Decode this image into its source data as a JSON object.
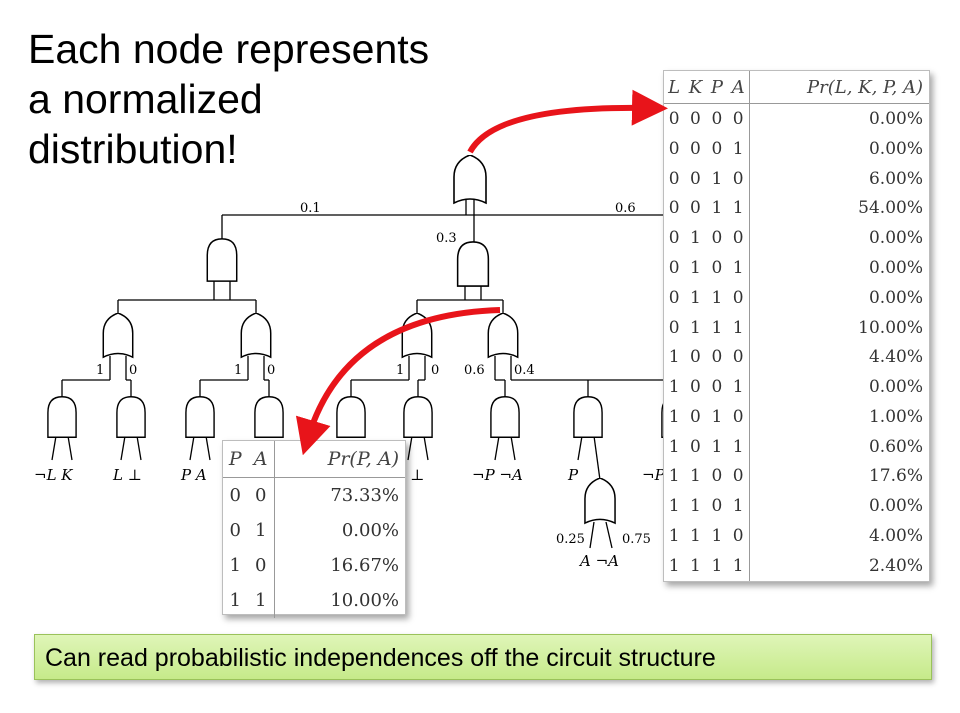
{
  "title_lines": [
    "Each node represents",
    "a normalized",
    "distribution!"
  ],
  "edge_weights": {
    "root_left": "0.1",
    "root_mid": "0.3",
    "root_right": "0.6",
    "or1_left": "1",
    "or1_right": "0",
    "or2_left": "1",
    "or2_right": "0",
    "or3_left": "1",
    "or3_right": "0",
    "or4_left": "0.6",
    "or4_right": "0.4",
    "orA_left": "0.25",
    "orA_right": "0.75"
  },
  "leaf_labels": [
    "¬L K",
    "L ⊥",
    "P  A",
    "¬L ⊥",
    "¬P ¬A",
    "P",
    "¬P"
  ],
  "sub_leaf_label": "A  ¬A",
  "big_table": {
    "headers": [
      "L",
      "K",
      "P",
      "A",
      "Pr(L, K, P, A)"
    ],
    "rows": [
      [
        "0",
        "0",
        "0",
        "0",
        "0.00%"
      ],
      [
        "0",
        "0",
        "0",
        "1",
        "0.00%"
      ],
      [
        "0",
        "0",
        "1",
        "0",
        "6.00%"
      ],
      [
        "0",
        "0",
        "1",
        "1",
        "54.00%"
      ],
      [
        "0",
        "1",
        "0",
        "0",
        "0.00%"
      ],
      [
        "0",
        "1",
        "0",
        "1",
        "0.00%"
      ],
      [
        "0",
        "1",
        "1",
        "0",
        "0.00%"
      ],
      [
        "0",
        "1",
        "1",
        "1",
        "10.00%"
      ],
      [
        "1",
        "0",
        "0",
        "0",
        "4.40%"
      ],
      [
        "1",
        "0",
        "0",
        "1",
        "0.00%"
      ],
      [
        "1",
        "0",
        "1",
        "0",
        "1.00%"
      ],
      [
        "1",
        "0",
        "1",
        "1",
        "0.60%"
      ],
      [
        "1",
        "1",
        "0",
        "0",
        "17.6%"
      ],
      [
        "1",
        "1",
        "0",
        "1",
        "0.00%"
      ],
      [
        "1",
        "1",
        "1",
        "0",
        "4.00%"
      ],
      [
        "1",
        "1",
        "1",
        "1",
        "2.40%"
      ]
    ]
  },
  "small_table": {
    "headers": [
      "P",
      "A",
      "Pr(P, A)"
    ],
    "rows": [
      [
        "0",
        "0",
        "73.33%"
      ],
      [
        "0",
        "1",
        "0.00%"
      ],
      [
        "1",
        "0",
        "16.67%"
      ],
      [
        "1",
        "1",
        "10.00%"
      ]
    ]
  },
  "banner_text": "Can read probabilistic independences off the circuit structure",
  "arrow_color": "#e8141a",
  "banner_color": "#c6ea8a"
}
